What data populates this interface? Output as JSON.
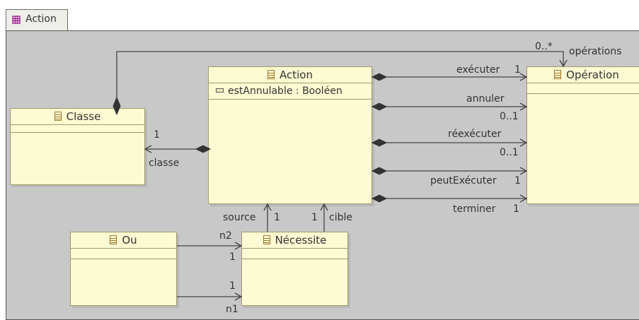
{
  "tab": {
    "label": "Action",
    "icon": "package-icon"
  },
  "classes": {
    "classe": {
      "name": "Classe"
    },
    "action": {
      "name": "Action",
      "attribute": "estAnnulable : Booléen"
    },
    "operation": {
      "name": "Opération"
    },
    "ou": {
      "name": "Ou"
    },
    "necessite": {
      "name": "Nécessite"
    }
  },
  "associations": {
    "operations": {
      "multiplicity": "0..*",
      "role": "opérations"
    },
    "classe": {
      "multiplicity": "1",
      "role": "classe"
    },
    "executer": {
      "role": "exécuter",
      "multiplicity": "1"
    },
    "annuler": {
      "role": "annuler",
      "multiplicity": "0..1"
    },
    "reexecuter": {
      "role": "réexécuter",
      "multiplicity": "0..1"
    },
    "peutExecuter": {
      "role": "peutExécuter",
      "multiplicity": "1"
    },
    "terminer": {
      "role": "terminer",
      "multiplicity": "1"
    },
    "source": {
      "role": "source",
      "multiplicity": "1"
    },
    "cible": {
      "role": "cible",
      "multiplicity": "1"
    },
    "n2": {
      "role": "n2",
      "multiplicity": "1"
    },
    "n1": {
      "role": "n1",
      "multiplicity": "1"
    }
  },
  "colors": {
    "canvas": "#c8c8c8",
    "class_fill": "#fdfbd3",
    "class_border": "#a09a6a",
    "class_icon": "#a2762a",
    "package_icon": "#9c2a8c",
    "edge": "#444444"
  }
}
